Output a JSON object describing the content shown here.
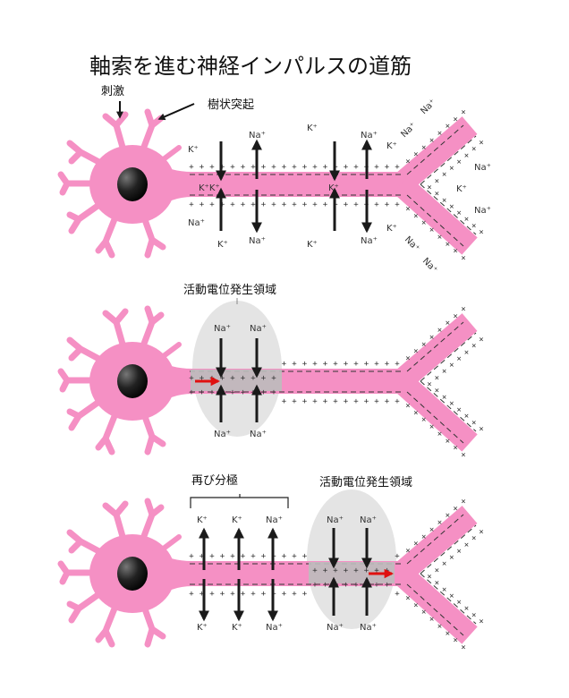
{
  "title": "軸索を進む神経インパルスの道筋",
  "labels": {
    "stimulus": "刺激",
    "dendrite": "樹状突起",
    "active_zone_1": "活動電位発生領域",
    "repolarization": "再び分極",
    "active_zone_2": "活動電位発生領域"
  },
  "ions": {
    "k": "K⁺",
    "na": "Na⁺",
    "kk": "K⁺K⁺"
  },
  "colors": {
    "neuron": "#f590c4",
    "nucleus": "#1a1a1a",
    "zone": "#e4e4e4",
    "zone_axon": "#bdbdbd",
    "impulse_arrow": "#e01010"
  }
}
